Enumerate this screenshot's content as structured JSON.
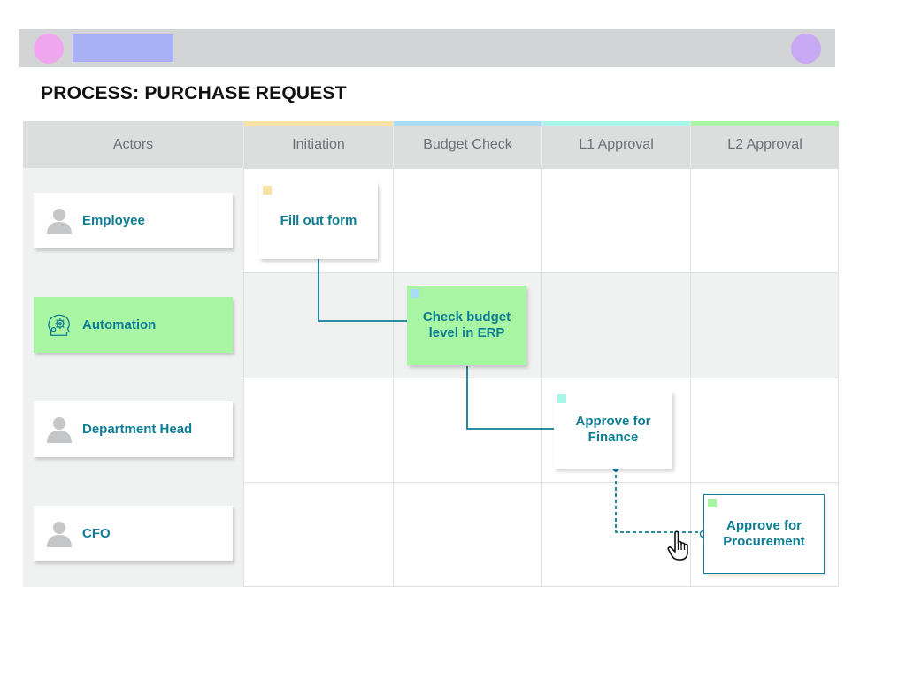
{
  "header_bar": {
    "colors": {
      "bar": "#d3d4d5",
      "left_dot": "#f0a6ee",
      "title_block": "#aab0f5",
      "right_dot": "#c8a9f3"
    }
  },
  "page_title": "PROCESS: PURCHASE REQUEST",
  "columns": {
    "actors_label": "Actors",
    "phases": [
      {
        "label": "Initiation",
        "accent": "#f7e2a6"
      },
      {
        "label": "Budget Check",
        "accent": "#a8dcf5"
      },
      {
        "label": "L1 Approval",
        "accent": "#a8f5ea"
      },
      {
        "label": "L2 Approval",
        "accent": "#a8f5a4"
      }
    ]
  },
  "actors": [
    {
      "label": "Employee",
      "icon": "person-icon",
      "highlight": false
    },
    {
      "label": "Automation",
      "icon": "ai-head-gear-icon",
      "highlight": true
    },
    {
      "label": "Department Head",
      "icon": "person-icon",
      "highlight": false
    },
    {
      "label": "CFO",
      "icon": "person-icon",
      "highlight": false
    }
  ],
  "tasks": [
    {
      "label": "Fill out form",
      "actor": "Employee",
      "phase": "Initiation",
      "tag_color": "#f7e2a6",
      "style": "card"
    },
    {
      "label": "Check budget level in ERP",
      "actor": "Automation",
      "phase": "Budget Check",
      "tag_color": "#a8dcf5",
      "style": "green"
    },
    {
      "label": "Approve for Finance",
      "actor": "Department Head",
      "phase": "L1 Approval",
      "tag_color": "#a8f5ea",
      "style": "card"
    },
    {
      "label": "Approve for Procurement",
      "actor": "CFO",
      "phase": "L2 Approval",
      "tag_color": "#a8f5a4",
      "style": "outlined"
    }
  ],
  "connectors": [
    {
      "from": "Fill out form",
      "to": "Check budget level in ERP",
      "style": "solid"
    },
    {
      "from": "Check budget level in ERP",
      "to": "Approve for Finance",
      "style": "solid"
    },
    {
      "from": "Approve for Finance",
      "to": "Approve for Procurement",
      "style": "dashed"
    }
  ],
  "cursor_icon": "hand-pointer-icon",
  "colors": {
    "accent_text": "#0e7d93",
    "highlight_green": "#a8f5a4",
    "lane_grey": "#f0f1f1",
    "header_grey": "#dcdddd"
  }
}
